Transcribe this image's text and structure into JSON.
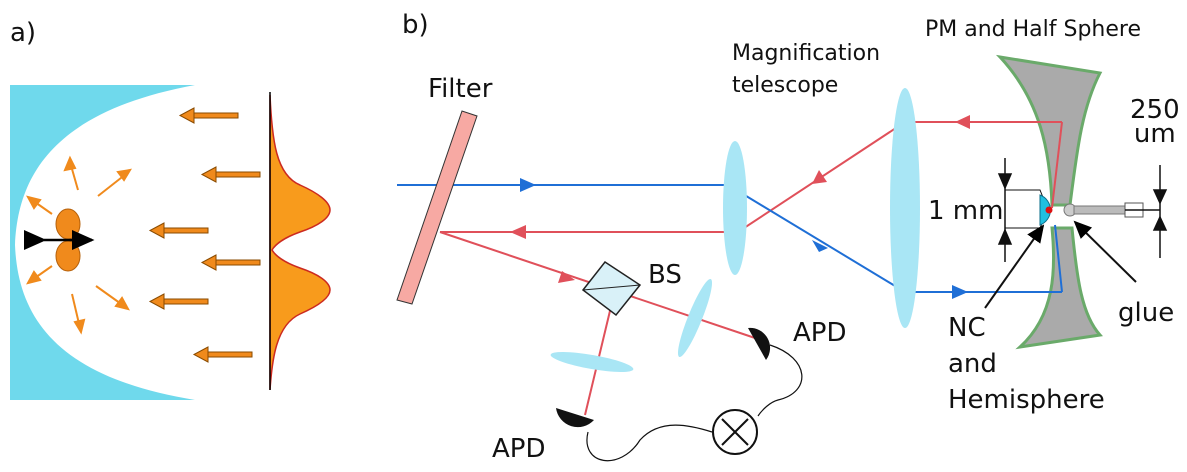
{
  "panels": {
    "a": "a)",
    "b": "b)"
  },
  "labels": {
    "filter": "Filter",
    "telescope": "Magnification\ntelescope",
    "pm_half_sphere": "PM and Half Sphere",
    "size_250": "250\num",
    "size_1mm": "1 mm",
    "bs": "BS",
    "apd_right": "APD",
    "apd_left": "APD",
    "nc_hemisphere": "NC\nand\nHemisphere",
    "glue": "glue"
  },
  "colors": {
    "mirror_blue": "#6fd9ec",
    "arrow_orange": "#f08a1c",
    "beam_red": "#e0505a",
    "beam_blue": "#1f6fd6",
    "lens": "#a9e6f5",
    "filter": "#f7a9a3",
    "pm_gray": "#aaaaaa"
  }
}
